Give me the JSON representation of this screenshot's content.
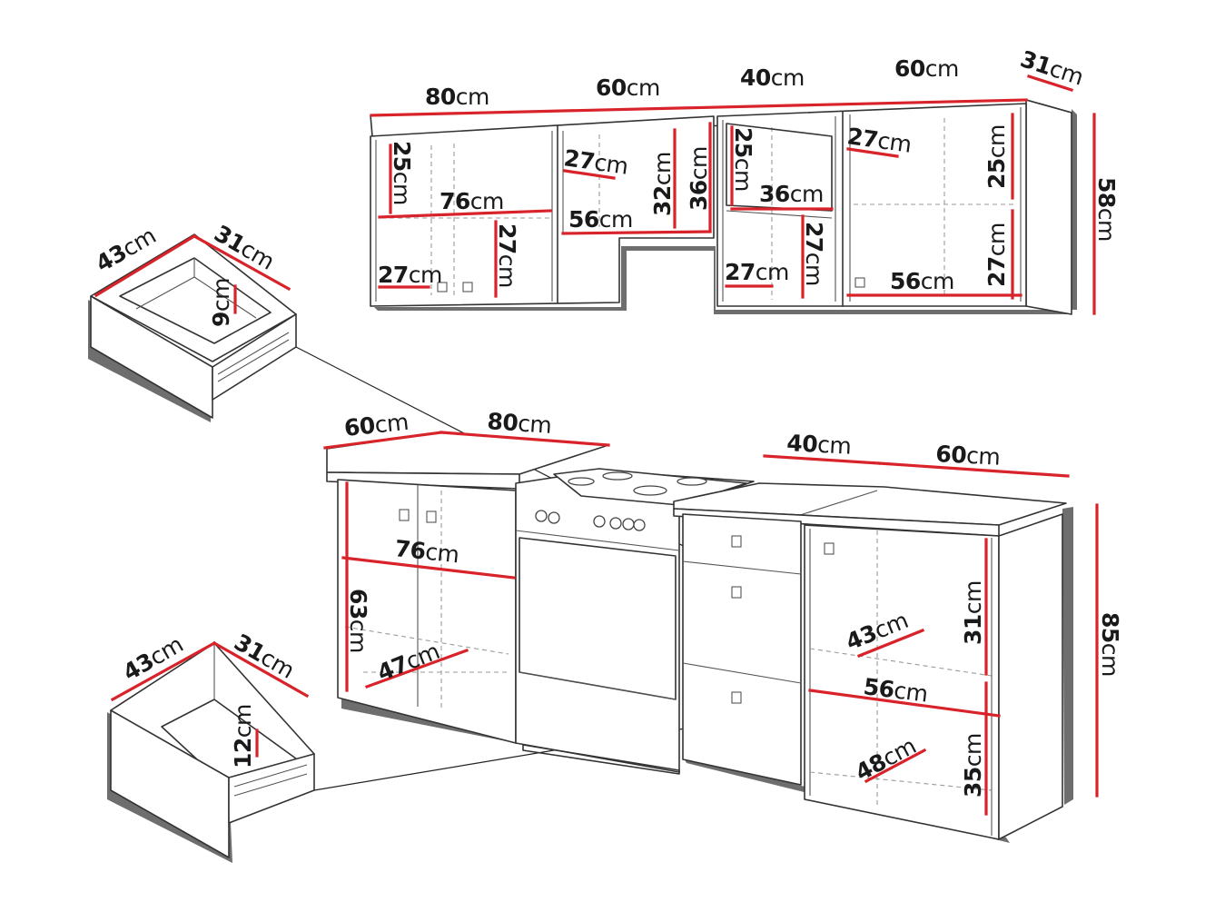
{
  "dimensions": {
    "upper": {
      "w80": "80",
      "w60": "60",
      "w40": "40",
      "w60b": "60",
      "d31": "31",
      "h58": "58",
      "c1_h25": "25",
      "c1_w76": "76",
      "c1_d27": "27",
      "c1_h27": "27",
      "c2_d27": "27",
      "c2_w56": "56",
      "c2_h32": "32",
      "c2_h36": "36",
      "c3_h25": "25",
      "c3_w36": "36",
      "c3_h27": "27",
      "c3_d27": "27",
      "c4_d27": "27",
      "c4_h25": "25",
      "c4_h27": "27",
      "c4_w56": "56"
    },
    "drawer_small": {
      "w43": "43",
      "d31": "31",
      "h9": "9"
    },
    "drawer_large": {
      "w43": "43",
      "d31": "31",
      "h12": "12"
    },
    "lower": {
      "w60": "60",
      "w80": "80",
      "w40": "40",
      "w60b": "60",
      "h85": "85",
      "left_w76": "76",
      "left_h63": "63",
      "left_d47": "47",
      "right_h31": "31",
      "right_d43": "43",
      "right_w56": "56",
      "right_d48": "48",
      "right_h35": "35"
    },
    "unit": "cm"
  }
}
